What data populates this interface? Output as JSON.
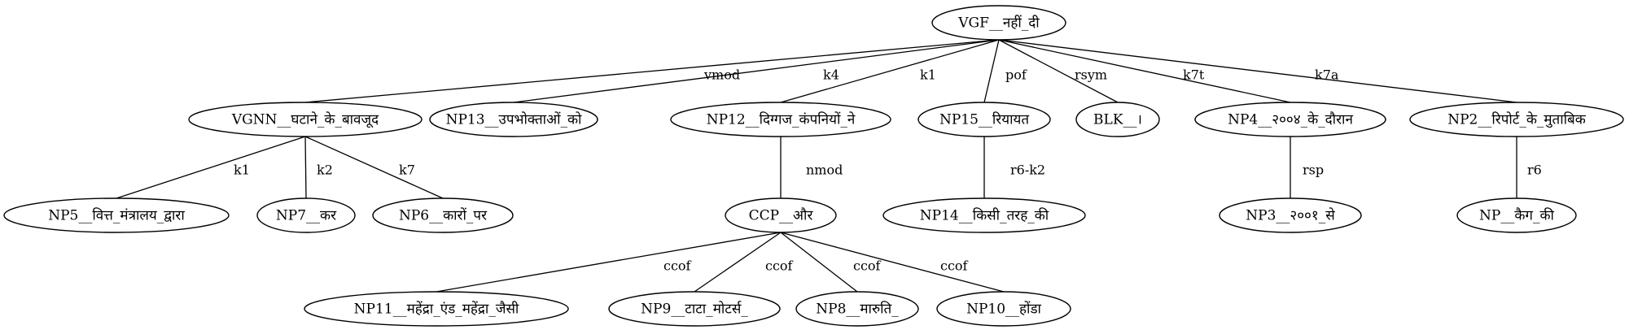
{
  "nodes": {
    "vgf": "VGF__नहीं_दी",
    "vgnn": "VGNN__घटाने_के_बावजूद",
    "np13": "NP13__उपभोक्ताओं_को",
    "np12": "NP12__दिग्गज_कंपनियों_ने",
    "np15": "NP15__रियायत",
    "blk": "BLK__।",
    "np4": "NP4__२००४_के_दौरान",
    "np2": "NP2__रिपोर्ट_के_मुताबिक",
    "np5": "NP5__वित्त_मंत्रालय_द्वारा",
    "np7": "NP7__कर",
    "np6": "NP6__कारों_पर",
    "ccp": "CCP__और",
    "np14": "NP14__किसी_तरह_की",
    "np3": "NP3__२००१_से",
    "np": "NP__कैग_की",
    "np11": "NP11__महेंद्रा_एंड_महेंद्रा_जैसी",
    "np9": "NP9__टाटा_मोटर्स_",
    "np8": "NP8__मारुति_",
    "np10": "NP10__होंडा"
  },
  "edges": [
    {
      "from": "vgf",
      "to": "vgnn",
      "label": "vmod"
    },
    {
      "from": "vgf",
      "to": "np13",
      "label": "k4"
    },
    {
      "from": "vgf",
      "to": "np12",
      "label": "k1"
    },
    {
      "from": "vgf",
      "to": "np15",
      "label": "pof"
    },
    {
      "from": "vgf",
      "to": "blk",
      "label": "rsym"
    },
    {
      "from": "vgf",
      "to": "np4",
      "label": "k7t"
    },
    {
      "from": "vgf",
      "to": "np2",
      "label": "k7a"
    },
    {
      "from": "vgnn",
      "to": "np5",
      "label": "k1"
    },
    {
      "from": "vgnn",
      "to": "np7",
      "label": "k2"
    },
    {
      "from": "vgnn",
      "to": "np6",
      "label": "k7"
    },
    {
      "from": "np12",
      "to": "ccp",
      "label": "nmod"
    },
    {
      "from": "np15",
      "to": "np14",
      "label": "r6-k2"
    },
    {
      "from": "np4",
      "to": "np3",
      "label": "rsp"
    },
    {
      "from": "np2",
      "to": "np",
      "label": "r6"
    },
    {
      "from": "ccp",
      "to": "np11",
      "label": "ccof"
    },
    {
      "from": "ccp",
      "to": "np9",
      "label": "ccof"
    },
    {
      "from": "ccp",
      "to": "np8",
      "label": "ccof"
    },
    {
      "from": "ccp",
      "to": "np10",
      "label": "ccof"
    }
  ]
}
